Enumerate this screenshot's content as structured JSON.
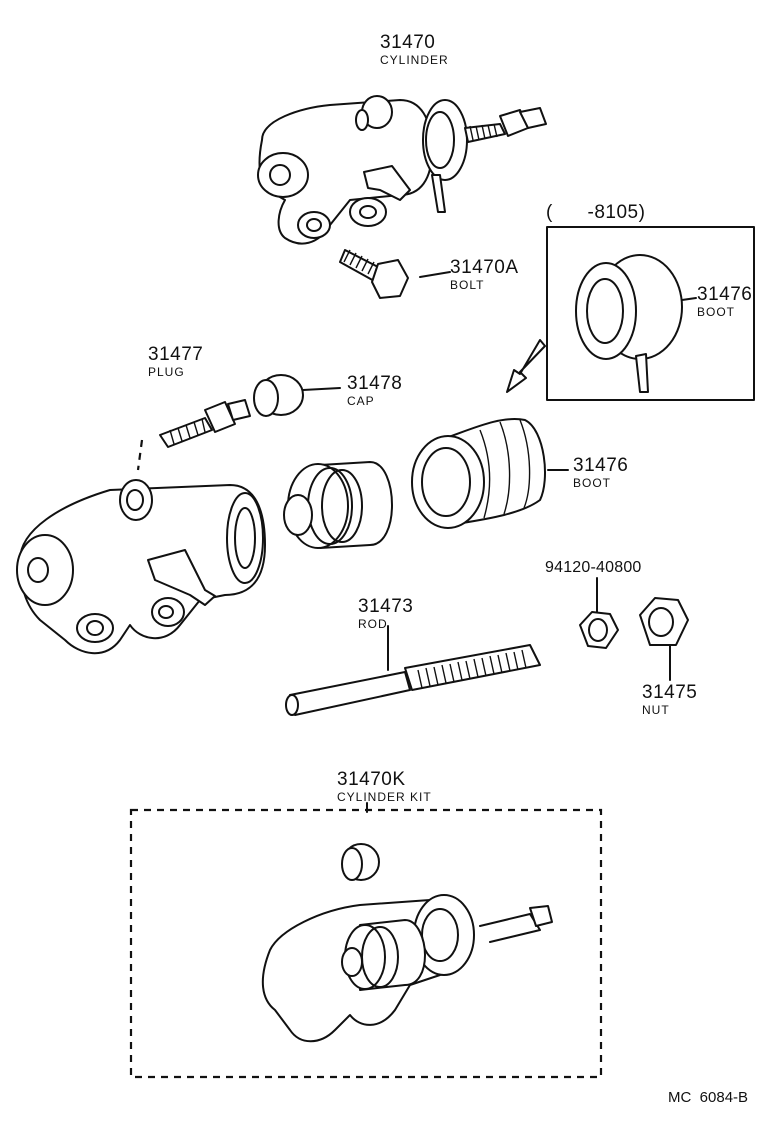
{
  "parts": {
    "cylinder": {
      "number": "31470",
      "name": "CYLINDER"
    },
    "bolt": {
      "number": "31470A",
      "name": "BOLT"
    },
    "boot_early": {
      "number": "31476",
      "name": "BOOT"
    },
    "boot_early_range": "(      -8105)",
    "plug": {
      "number": "31477",
      "name": "PLUG"
    },
    "cap": {
      "number": "31478",
      "name": "CAP"
    },
    "boot": {
      "number": "31476",
      "name": "BOOT"
    },
    "nut_small": {
      "number": "94120-40800"
    },
    "rod": {
      "number": "31473",
      "name": "ROD"
    },
    "nut": {
      "number": "31475",
      "name": "NUT"
    },
    "cylinder_kit": {
      "number": "31470K",
      "name": "CYLINDER KIT"
    }
  },
  "diagram_code": "MC  6084-B"
}
